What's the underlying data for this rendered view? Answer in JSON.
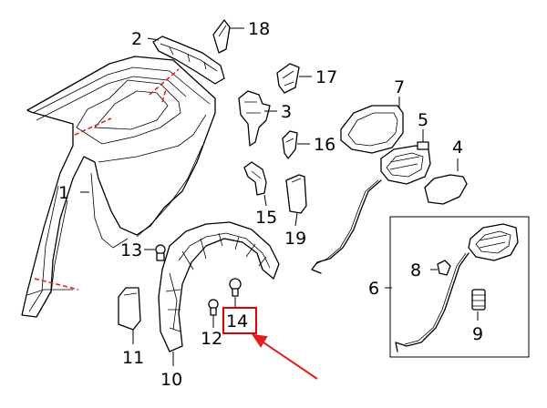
{
  "callouts": [
    {
      "id": "c1",
      "text": "1"
    },
    {
      "id": "c2",
      "text": "2"
    },
    {
      "id": "c3",
      "text": "3"
    },
    {
      "id": "c4",
      "text": "4"
    },
    {
      "id": "c5",
      "text": "5"
    },
    {
      "id": "c6",
      "text": "6"
    },
    {
      "id": "c7",
      "text": "7"
    },
    {
      "id": "c8",
      "text": "8"
    },
    {
      "id": "c9",
      "text": "9"
    },
    {
      "id": "c10",
      "text": "10"
    },
    {
      "id": "c11",
      "text": "11"
    },
    {
      "id": "c12",
      "text": "12"
    },
    {
      "id": "c13",
      "text": "13"
    },
    {
      "id": "c14",
      "text": "14"
    },
    {
      "id": "c15",
      "text": "15"
    },
    {
      "id": "c16",
      "text": "16"
    },
    {
      "id": "c17",
      "text": "17"
    },
    {
      "id": "c18",
      "text": "18"
    },
    {
      "id": "c19",
      "text": "19"
    }
  ],
  "highlight": {
    "callout": "14",
    "color": "#e00000"
  },
  "pointer_arrow": {
    "color": "#e02020"
  },
  "cut_lines": {
    "color": "#e02020"
  }
}
